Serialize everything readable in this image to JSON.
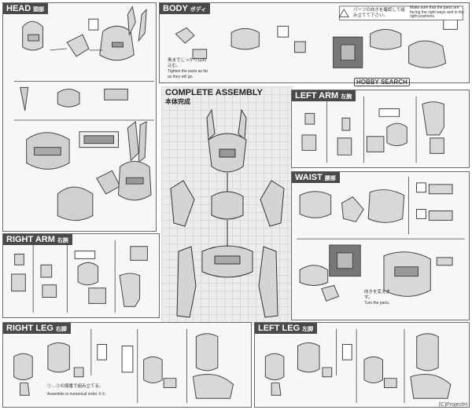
{
  "sections": {
    "head": {
      "title": "HEAD",
      "jp": "頭部"
    },
    "body": {
      "title": "BODY",
      "jp": "ボディ"
    },
    "complete": {
      "title": "COMPLETE ASSEMBLY",
      "jp": "本体完成"
    },
    "left_arm": {
      "title": "LEFT ARM",
      "jp": "左腕"
    },
    "waist": {
      "title": "WAIST",
      "jp": "腰部"
    },
    "right_arm": {
      "title": "RIGHT ARM",
      "jp": "右腕"
    },
    "right_leg": {
      "title": "RIGHT LEG",
      "jp": "右脚"
    },
    "left_leg": {
      "title": "LEFT LEG",
      "jp": "左脚"
    }
  },
  "notes": {
    "body_warning_jp": "パーツの向きを確認して組み立てて下さい。",
    "body_warning_en": "Make sure that the parts are facing the right ways and in the right positions.",
    "tighten_jp": "奥までしっかりはめ込む。",
    "tighten_en": "Tighten the parts as far as they will go.",
    "waist_jp": "向きを変えます。",
    "waist_en": "Turn the parts.",
    "right_leg_jp": "①→②の順番で組み立てる。",
    "right_leg_en": "Assemble in numerical order ①②."
  },
  "watermark": "HOBBY SEARCH",
  "copyright": "(C)ProjectH"
}
